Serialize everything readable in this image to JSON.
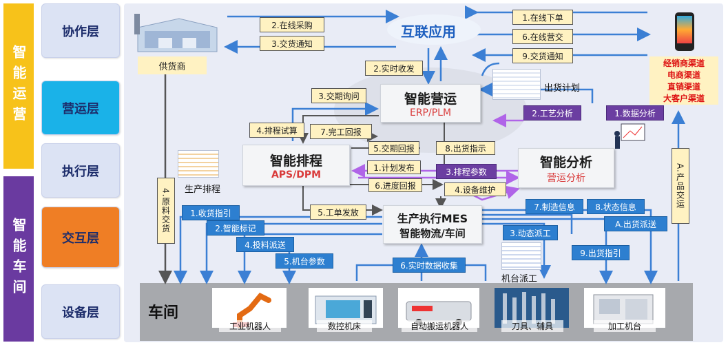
{
  "left_groups": {
    "ops": {
      "label": "智能运营",
      "color": "#f7c21a"
    },
    "shop": {
      "label": "智能车间",
      "color": "#6a3aa0"
    }
  },
  "layers": [
    {
      "label": "协作层",
      "bg": "#dce3f4"
    },
    {
      "label": "营运层",
      "bg": "#1ab2e8"
    },
    {
      "label": "执行层",
      "bg": "#dce3f4"
    },
    {
      "label": "交互层",
      "bg": "#ef7e25"
    },
    {
      "label": "设备层",
      "bg": "#dce3f4"
    }
  ],
  "supplier": "供货商",
  "internet": "互联应用",
  "channels": [
    "经销商渠道",
    "电商渠道",
    "直销渠道",
    "大客户渠道"
  ],
  "shipping_plan": "出货计划",
  "prod_schedule": "生产排程",
  "machine_dispatch": "机台派工",
  "nodes": {
    "erp": {
      "title": "智能营运",
      "sub": "ERP/PLM"
    },
    "aps": {
      "title": "智能排程",
      "sub": "APS/DPM"
    },
    "bi": {
      "title": "智能分析",
      "sub": "营运分析"
    },
    "mes": {
      "title": "生产执行MES",
      "sub": "智能物流/车间"
    }
  },
  "labels": {
    "online_purchase": "2.在线采购",
    "delivery_notice_sup": "3.交货通知",
    "online_order": "1.在线下单",
    "online_payment": "6.在线营交",
    "delivery_notice_cust": "9.交货通知",
    "realtime_receive": "2.实时收发",
    "delivery_query": "3.交期询问",
    "process_analysis": "2.工艺分析",
    "data_analysis": "1.数据分析",
    "schedule_trial": "4.排程试算",
    "completion_report": "7.完工回报",
    "delivery_reply": "5.交期回报",
    "shipping_instr": "8.出货指示",
    "plan_release": "1.计划发布",
    "schedule_params": "3.排程参数",
    "progress_report": "6.进度回报",
    "equip_maint": "4.设备维护",
    "material_delivery": "4.原料交货",
    "work_order": "5.工单发放",
    "product_delivery": "A.产品交运",
    "receive_guide": "1.收货指引",
    "smart_mark": "2.智能标记",
    "feed_dispatch": "4.投料派送",
    "machine_params": "5.机台参数",
    "manuf_info": "7.制造信息",
    "status_info": "8.状态信息",
    "ship_dispatch": "A.出货派送",
    "dynamic_dispatch": "3.动态派工",
    "ship_guide": "9.出货指引",
    "realtime_collect": "6.实时数据收集"
  },
  "workshop": {
    "title": "车间",
    "items": [
      "工业机器人",
      "数控机床",
      "自动搬运机器人",
      "刀具、辅具",
      "加工机台"
    ]
  },
  "colors": {
    "yellow": "#fff2c2",
    "purple": "#6b3ea1",
    "blue": "#2d7fd0",
    "arrow_blue": "#3b7fd4",
    "arrow_gray": "#555555",
    "arrow_purple": "#b064e8"
  }
}
